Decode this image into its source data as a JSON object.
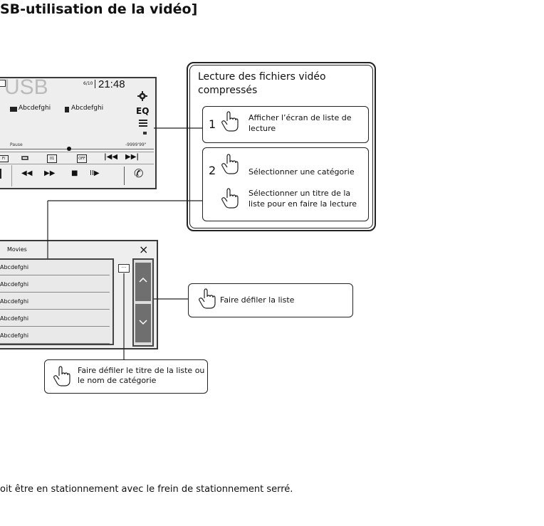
{
  "heading": "SB-utilisation de la vidéo]",
  "screen1": {
    "source": "USB",
    "track_count": "6/10",
    "clock": "21:48",
    "folder": "Abcdefghi",
    "file": "Abcdefghi",
    "eq": "EQ",
    "pause": "Pause",
    "time": "-9999'99\"",
    "icons": [
      "gear-icon",
      "list-icon",
      "repeat-icon",
      "prev-icon",
      "next-icon",
      "rewind-icon",
      "fastforward-icon",
      "stop-icon",
      "slowplay-icon",
      "phone-icon"
    ],
    "btn_off": "OFF",
    "btn_01": "01"
  },
  "screen2": {
    "tab": "Movies",
    "close": "×",
    "more": "···",
    "rows": [
      "Abcdefghi",
      "Abcdefghi",
      "Abcdefghi",
      "Abcdefghi",
      "Abcdefghi"
    ]
  },
  "panel": {
    "title": "Lecture des fichiers vidéo compressés",
    "step1_num": "1",
    "step1_text": "Afficher l’écran de liste de lecture",
    "step2_num": "2",
    "step2_text_a": "Sélectionner une catégorie",
    "step2_text_b": "Sélectionner un titre de la liste pour en faire la lecture"
  },
  "callout_scroll_list": "Faire défiler la liste",
  "callout_scroll_title": "Faire défiler le titre de la liste ou le nom de catégorie",
  "footer": "oit être en stationnement avec le frein de stationnement serré."
}
